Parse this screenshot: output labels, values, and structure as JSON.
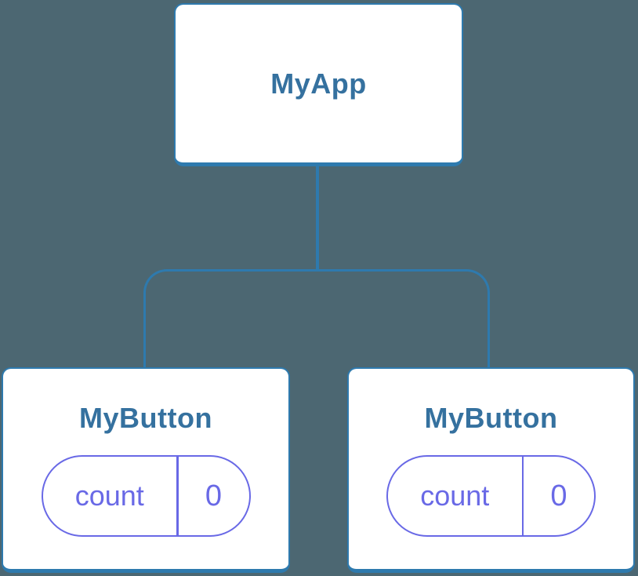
{
  "colors": {
    "background": "#4C6772",
    "line": "#2E7AAE",
    "node-bg": "#FFFFFF",
    "node-text": "#35719F",
    "state-accent": "#6969E6"
  },
  "tree": {
    "root": {
      "label": "MyApp"
    },
    "children": [
      {
        "label": "MyButton",
        "state": {
          "name": "count",
          "value": "0"
        }
      },
      {
        "label": "MyButton",
        "state": {
          "name": "count",
          "value": "0"
        }
      }
    ]
  }
}
